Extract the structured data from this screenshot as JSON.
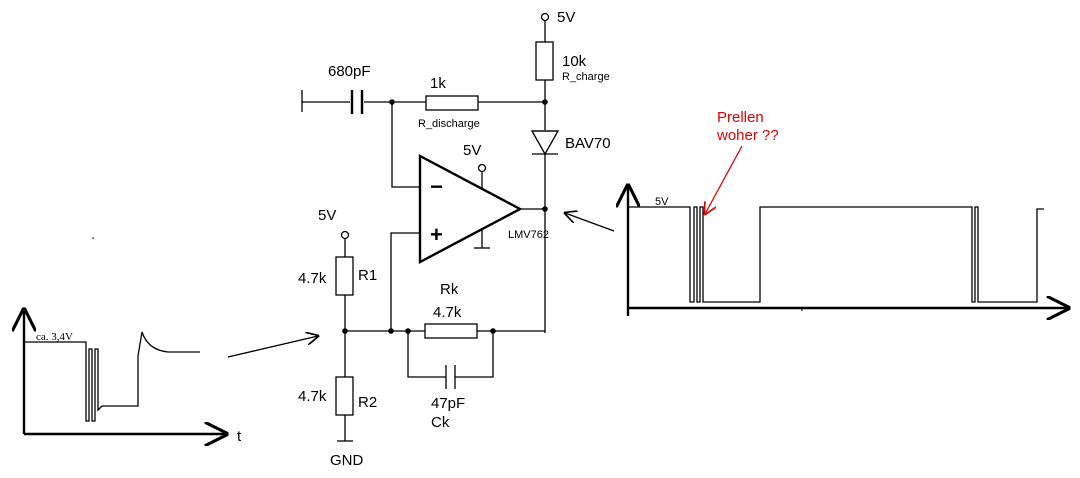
{
  "colors": {
    "ink": "#000000",
    "annotation": "#e00000",
    "background": "#ffffff"
  },
  "labels": {
    "supply_top": "5V",
    "r_charge_value": "10k",
    "r_charge_name": "R_charge",
    "c_input_value": "680pF",
    "r_discharge_value": "1k",
    "r_discharge_name": "R_discharge",
    "diode_name": "BAV70",
    "opamp_supply": "5V",
    "opamp_name": "LMV762",
    "divider_supply": "5V",
    "r1_value": "4.7k",
    "r1_name": "R1",
    "r2_value": "4.7k",
    "r2_name": "R2",
    "rk_name": "Rk",
    "rk_value": "4.7k",
    "ck_value": "47pF",
    "ck_name": "Ck",
    "ground": "GND",
    "minus_sign": "−",
    "plus_sign": "+",
    "input_plot_level": "ca. 3,4V",
    "input_plot_axis": "t",
    "output_plot_level": "5V",
    "annotation_line1": "Prellen",
    "annotation_line2": "woher ??"
  }
}
